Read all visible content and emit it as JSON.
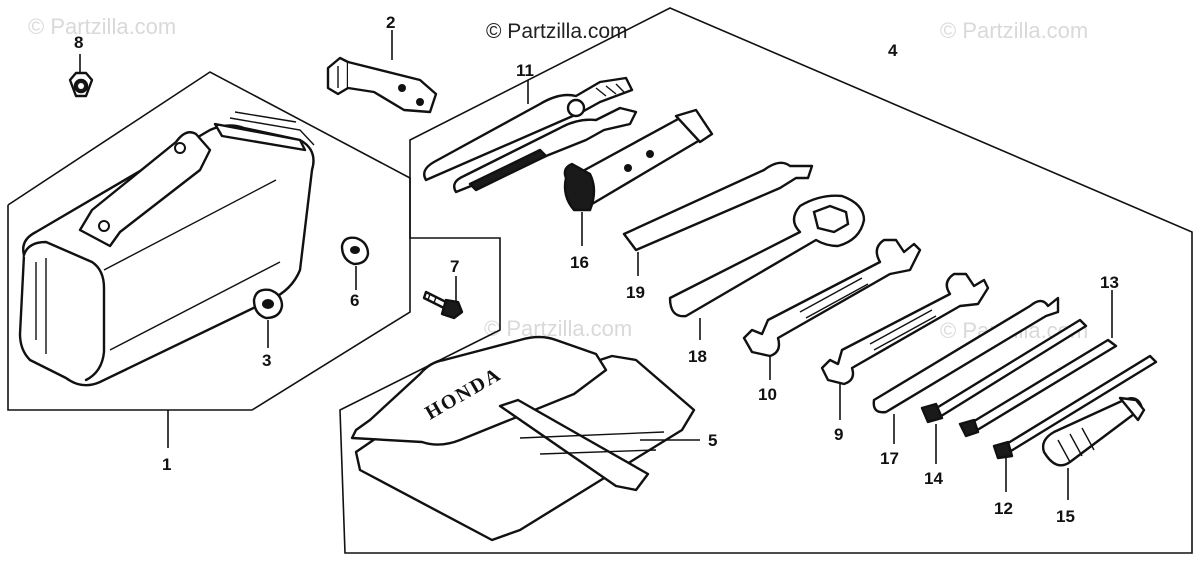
{
  "watermarks": {
    "main": "© Partzilla.com",
    "faint": "© Partzilla.com"
  },
  "callouts": {
    "c1": "1",
    "c2": "2",
    "c3": "3",
    "c4": "4",
    "c5": "5",
    "c6": "6",
    "c7": "7",
    "c8": "8",
    "c9": "9",
    "c10": "10",
    "c11": "11",
    "c12": "12",
    "c13": "13",
    "c14": "14",
    "c15": "15",
    "c16": "16",
    "c17": "17",
    "c18": "18",
    "c19": "19"
  },
  "pouch": {
    "brand": "HONDA"
  }
}
